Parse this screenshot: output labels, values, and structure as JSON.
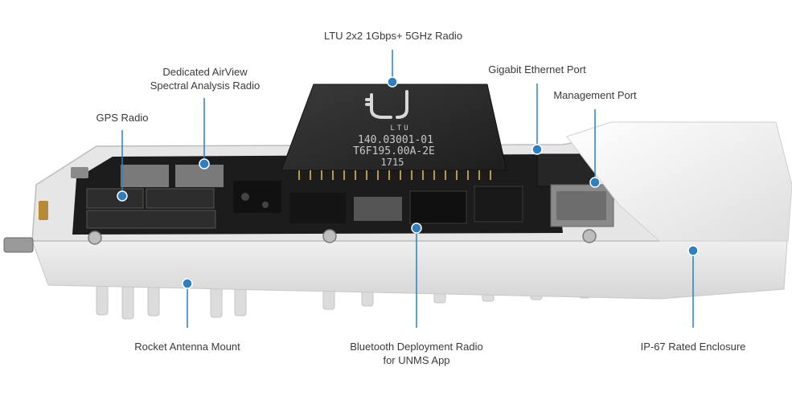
{
  "chip": {
    "brand": "LTU",
    "line1": "140.03001-01",
    "line2": "T6F195.00A-2E",
    "line3": "1715"
  },
  "labels": {
    "ltu_radio": "LTU 2x2 1Gbps+ 5GHz Radio",
    "airview_line1": "Dedicated AirView",
    "airview_line2": "Spectral Analysis Radio",
    "gps": "GPS Radio",
    "ethernet": "Gigabit Ethernet Port",
    "management": "Management Port",
    "rocket_mount": "Rocket Antenna Mount",
    "bluetooth_line1": "Bluetooth Deployment Radio",
    "bluetooth_line2": "for UNMS App",
    "enclosure": "IP-67 Rated Enclosure"
  },
  "colors": {
    "callout": "#2b7fc2",
    "label_text": "#3a3a3a",
    "enclosure": "#ececec",
    "pcb": "#1c1c1c",
    "chip": "#2a2a2a"
  }
}
